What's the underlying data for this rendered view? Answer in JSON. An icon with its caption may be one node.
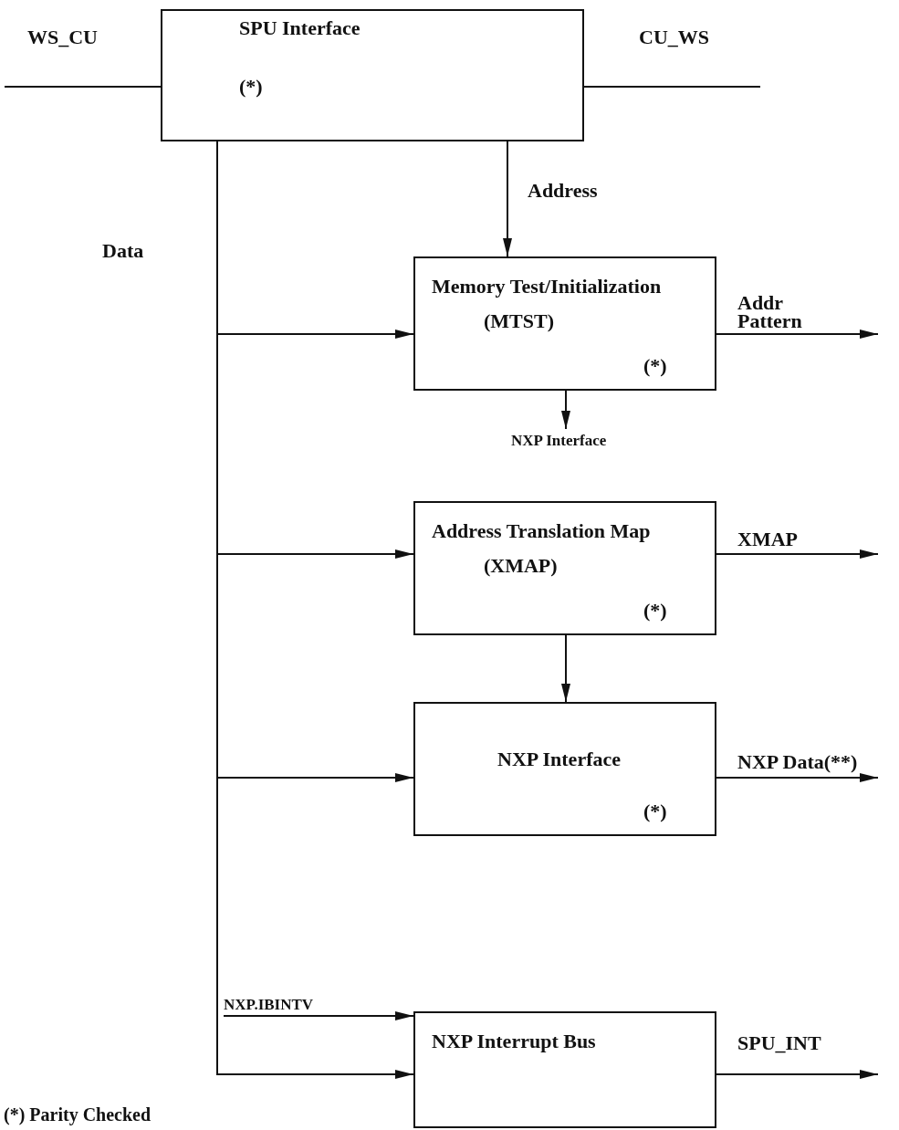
{
  "diagram": {
    "nodes": [
      {
        "text": [
          "SPU Interface",
          "(*)"
        ]
      },
      {
        "text": [
          "Memory Test/Initialization",
          "(MTST)",
          "(*)"
        ]
      },
      {
        "text": [
          "NXP Interface"
        ]
      },
      {
        "text": [
          "Address Translation Map",
          "(XMAP)",
          "(*)"
        ]
      },
      {
        "text": [
          "NXP Interface",
          "(*)"
        ]
      },
      {
        "text": [
          "NXP Interrupt Bus"
        ]
      }
    ],
    "edges": [
      {
        "from": null,
        "to": 0,
        "arrow": "none",
        "label": "WS_CU"
      },
      {
        "from": 0,
        "to": null,
        "arrow": "none",
        "label": "CU_WS"
      },
      {
        "from": 0,
        "to": 1,
        "arrow": "to",
        "label": "Address"
      },
      {
        "from": 0,
        "to": 1,
        "arrow": "to"
      },
      {
        "from": 0,
        "to": 3,
        "arrow": "to"
      },
      {
        "from": 0,
        "to": 4,
        "arrow": "to"
      },
      {
        "from": 0,
        "to": 5,
        "arrow": "to"
      },
      {
        "from": 1,
        "to": null,
        "arrow": "to",
        "label": "Addr Pattern"
      },
      {
        "from": 1,
        "to": 2,
        "arrow": "to"
      },
      {
        "from": 3,
        "to": null,
        "arrow": "to",
        "label": "XMAP"
      },
      {
        "from": 3,
        "to": 4,
        "arrow": "to"
      },
      {
        "from": 4,
        "to": null,
        "arrow": "to",
        "label": "NXP Data(**)"
      },
      {
        "from": null,
        "to": 5,
        "arrow": "to",
        "label": "NXP.IBINTV"
      },
      {
        "from": 5,
        "to": null,
        "arrow": "to",
        "label": "SPU_INT"
      }
    ],
    "labels": [
      "Data",
      "(*) Parity Checked"
    ]
  }
}
